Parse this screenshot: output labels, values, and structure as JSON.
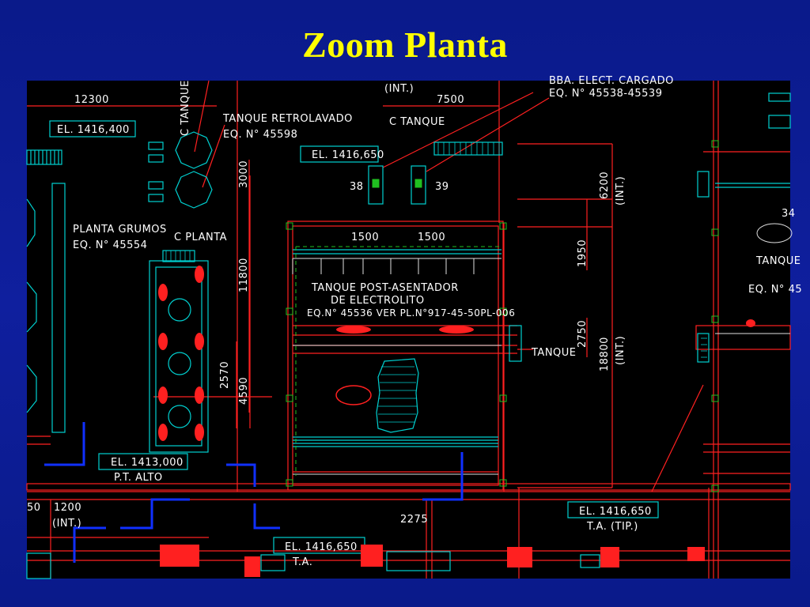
{
  "slide": {
    "title": "Zoom Planta"
  },
  "labels": {
    "dim_12300": "12300",
    "int_top": "(INT.)",
    "dim_7500": "7500",
    "bba_elect": "BBA. ELECT. CARGADO",
    "eq_45538": "EQ. N° 45538-45539",
    "tanque_vert": "C TANQUE",
    "tanque_retro": "TANQUE RETROLAVADO",
    "eq_45598": "EQ. N° 45598",
    "c_tanque": "C  TANQUE",
    "el_1416_400": "EL. 1416,400",
    "el_1416_650_a": "EL. 1416,650",
    "n38": "38",
    "n39": "39",
    "dim_3000": "3000",
    "dim_6200": "6200",
    "int_6200": "(INT.)",
    "planta_grumos": "PLANTA GRUMOS",
    "eq_45554": "EQ. N° 45554",
    "c_planta": "C  PLANTA",
    "dim_1500_a": "1500",
    "dim_1500_b": "1500",
    "dim_1950": "1950",
    "dim_11800": "11800",
    "tanque_post": "TANQUE POST-ASENTADOR",
    "de_electrolito": "DE ELECTROLITO",
    "eq_45536": "EQ.N° 45536 VER PL.N°917-45-50PL-006",
    "tanque_right": "TANQUE",
    "dim_2750": "2750",
    "dim_18800": "18800",
    "int_18800": "(INT.)",
    "tanque_far_right": "TANQUE",
    "eq_far_right": "EQ. N° 45",
    "n34": "34",
    "dim_2570": "2570",
    "dim_4590": "4590",
    "el_1413_000": "EL. 1413,000",
    "pt_alto": "P.T. ALTO",
    "dim_50": "50",
    "dim_1200": "1200",
    "int_1200": "(INT.)",
    "dim_2275": "2275",
    "el_1416_650_b": "EL. 1416,650",
    "ta_tip": "T.A. (TIP.)",
    "el_1416_650_c": "EL. 1416,650",
    "ta": "T.A."
  },
  "colors": {
    "background": "#0f1f9e",
    "title": "#ffff00",
    "drawing_bg": "#000000",
    "cyan": "#00d0d0",
    "red": "#ff2020",
    "blue_line": "#1030ff",
    "green": "#20c020",
    "white": "#ffffff"
  }
}
